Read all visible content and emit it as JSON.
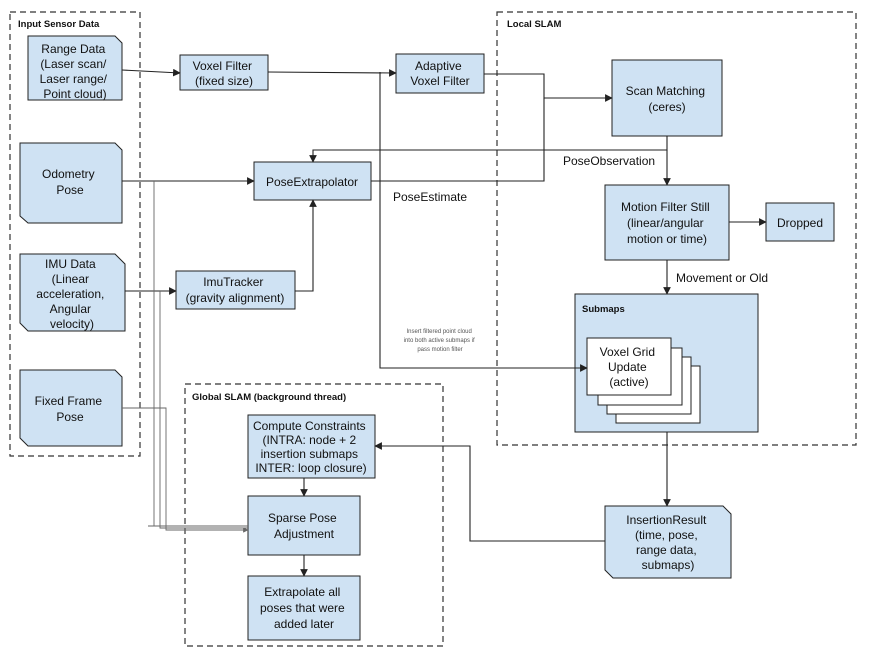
{
  "groups": {
    "input": "Input Sensor Data",
    "local": "Local SLAM",
    "global": "Global SLAM (background thread)",
    "submaps": "Submaps"
  },
  "nodes": {
    "range_data": [
      "Range Data",
      "(Laser scan/",
      "Laser range/",
      "Point cloud)"
    ],
    "odometry": [
      "Odometry",
      "Pose"
    ],
    "imu_data": [
      "IMU Data",
      "(Linear",
      "acceleration,",
      "Angular",
      "velocity)"
    ],
    "fixed_frame": [
      "Fixed Frame",
      "Pose"
    ],
    "voxel_filter": [
      "Voxel Filter",
      "(fixed size)"
    ],
    "adaptive_voxel": [
      "Adaptive",
      "Voxel Filter"
    ],
    "pose_extrapolator": [
      "PoseExtrapolator"
    ],
    "imu_tracker": [
      "ImuTracker",
      "(gravity alignment)"
    ],
    "scan_matching": [
      "Scan Matching",
      "(ceres)"
    ],
    "motion_filter": [
      "Motion Filter Still",
      "(linear/angular",
      "motion or time)"
    ],
    "dropped": [
      "Dropped"
    ],
    "voxel_grid": [
      "Voxel Grid",
      "Update",
      "(active)"
    ],
    "insertion_result": [
      "InsertionResult",
      "(time, pose,",
      "range data,",
      "submaps)"
    ],
    "compute_constraints": [
      "Compute Constraints",
      "(INTRA: node + 2",
      "insertion submaps",
      "INTER: loop closure)"
    ],
    "sparse_pose": [
      "Sparse Pose",
      "Adjustment"
    ],
    "extrapolate_all": [
      "Extrapolate all",
      "poses that were",
      "added later"
    ]
  },
  "edge_labels": {
    "pose_observation": "PoseObservation",
    "pose_estimate": "PoseEstimate",
    "movement_or_old": "Movement or Old",
    "insert_note": [
      "Insert filtered point cloud",
      "into both active submaps if",
      "pass motion filter"
    ]
  }
}
